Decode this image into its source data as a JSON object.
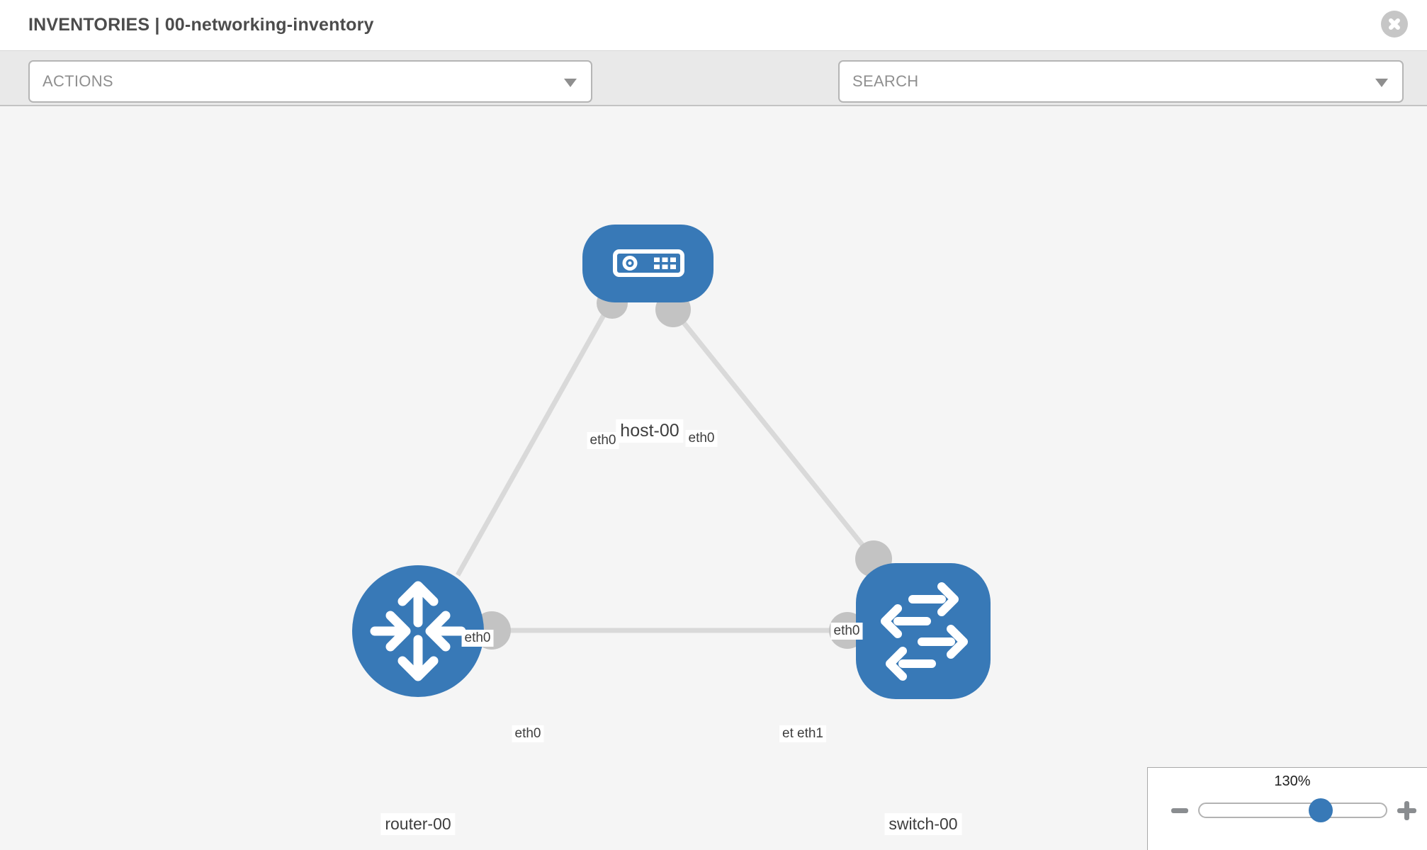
{
  "header": {
    "title": "INVENTORIES | 00-networking-inventory"
  },
  "toolbar": {
    "actions_label": "ACTIONS",
    "search_label": "SEARCH",
    "icons": [
      "wrench-icon",
      "key-icon"
    ]
  },
  "topology": {
    "nodes": [
      {
        "id": "host-00",
        "type": "host",
        "label": "host-00",
        "shape": "rounded-rect",
        "icon": "host-icon"
      },
      {
        "id": "router-00",
        "type": "router",
        "label": "router-00",
        "shape": "circle",
        "icon": "router-icon"
      },
      {
        "id": "switch-00",
        "type": "switch",
        "label": "switch-00",
        "shape": "rounded-square",
        "icon": "switch-icon"
      }
    ],
    "links": [
      {
        "from": "host-00",
        "to": "router-00",
        "from_interface": "eth0",
        "to_interface": "eth0"
      },
      {
        "from": "host-00",
        "to": "switch-00",
        "from_interface": "eth0",
        "to_interface": "eth0"
      },
      {
        "from": "router-00",
        "to": "switch-00",
        "from_interface": "eth0",
        "to_interface": "eth1",
        "occluded_interface": "eth0"
      }
    ]
  },
  "zoom_control": {
    "level": "130%",
    "percent": 130
  },
  "colors": {
    "node_blue": "#3879b7",
    "link_gray": "#d9d9d9",
    "connector_gray": "#c3c3c3",
    "toolbar_bg": "#e9e9e9",
    "canvas_bg": "#f5f5f5"
  }
}
